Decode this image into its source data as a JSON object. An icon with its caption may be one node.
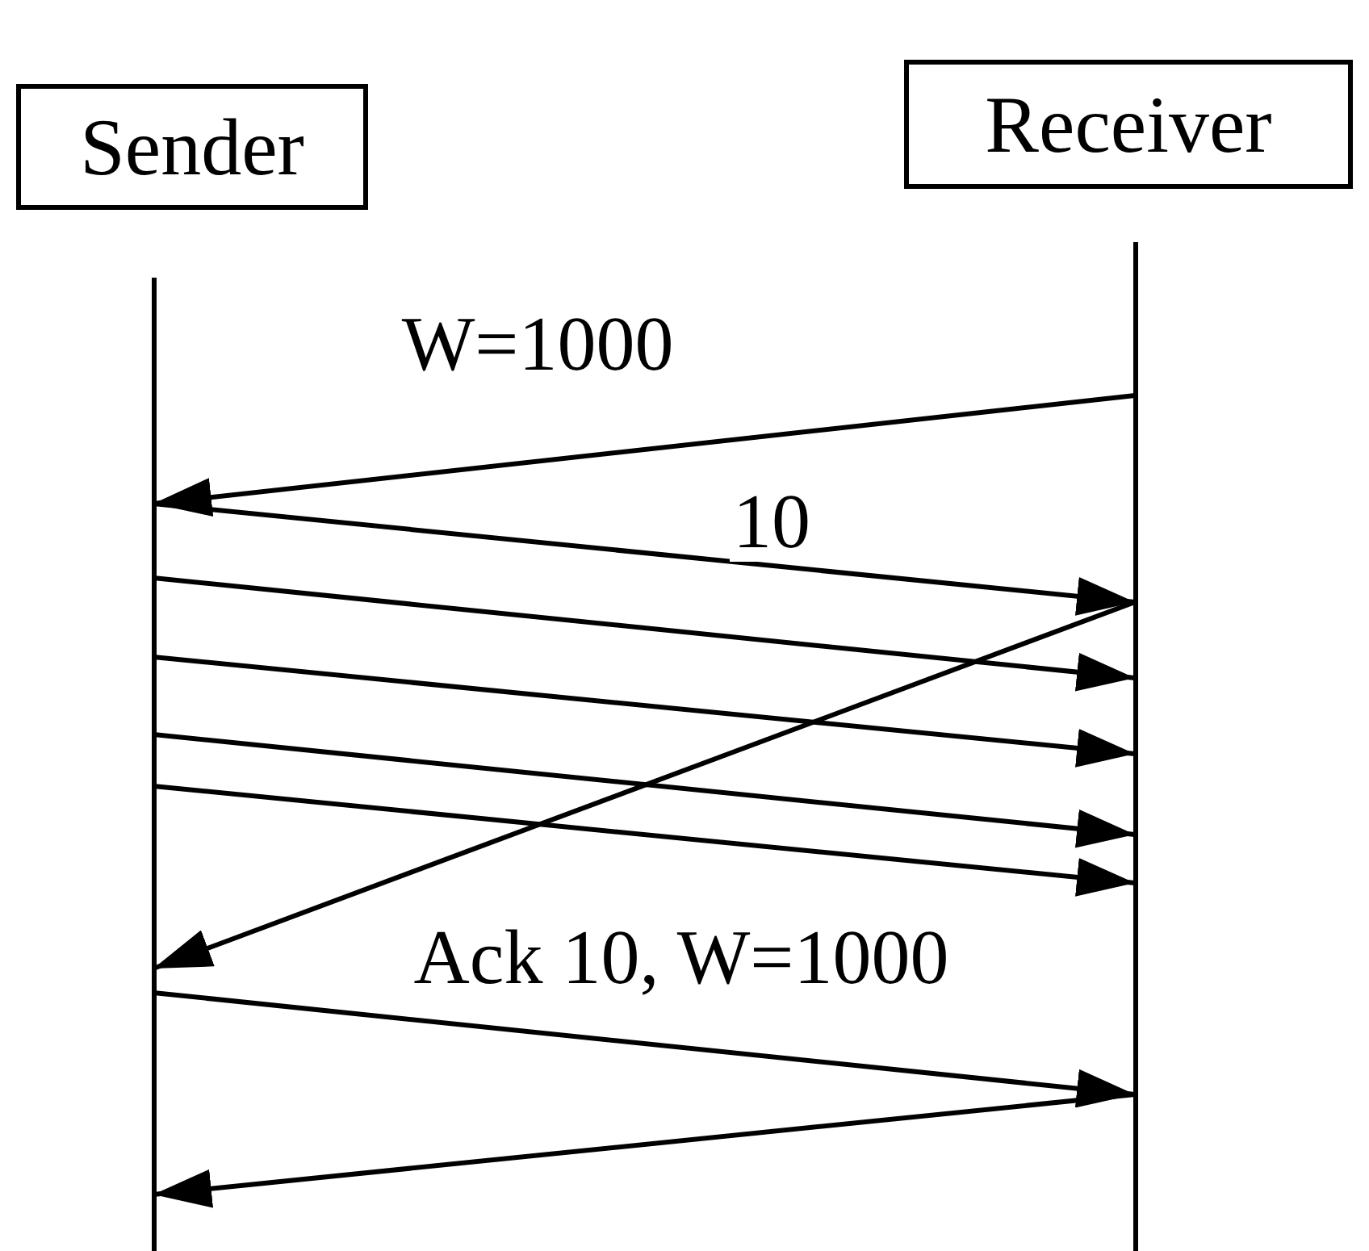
{
  "diagram": {
    "nodes": [
      {
        "text": [
          "Sender"
        ]
      },
      {
        "text": [
          "Receiver"
        ]
      },
      {
        "text": [],
        "shape": "line"
      },
      {
        "text": [],
        "shape": "line"
      }
    ],
    "edges": [
      {
        "from": 3,
        "to": 2,
        "arrow": "to",
        "label": "W=1000"
      },
      {
        "from": 2,
        "to": 3,
        "arrow": "to",
        "label": "10"
      },
      {
        "from": 2,
        "to": 3,
        "arrow": "to"
      },
      {
        "from": 2,
        "to": 3,
        "arrow": "to"
      },
      {
        "from": 2,
        "to": 3,
        "arrow": "to"
      },
      {
        "from": 2,
        "to": 3,
        "arrow": "to"
      },
      {
        "from": 3,
        "to": 2,
        "arrow": "to",
        "label": "Ack 10, W=1000"
      },
      {
        "from": 2,
        "to": 3,
        "arrow": "to"
      },
      {
        "from": 3,
        "to": 2,
        "arrow": "to"
      }
    ]
  }
}
